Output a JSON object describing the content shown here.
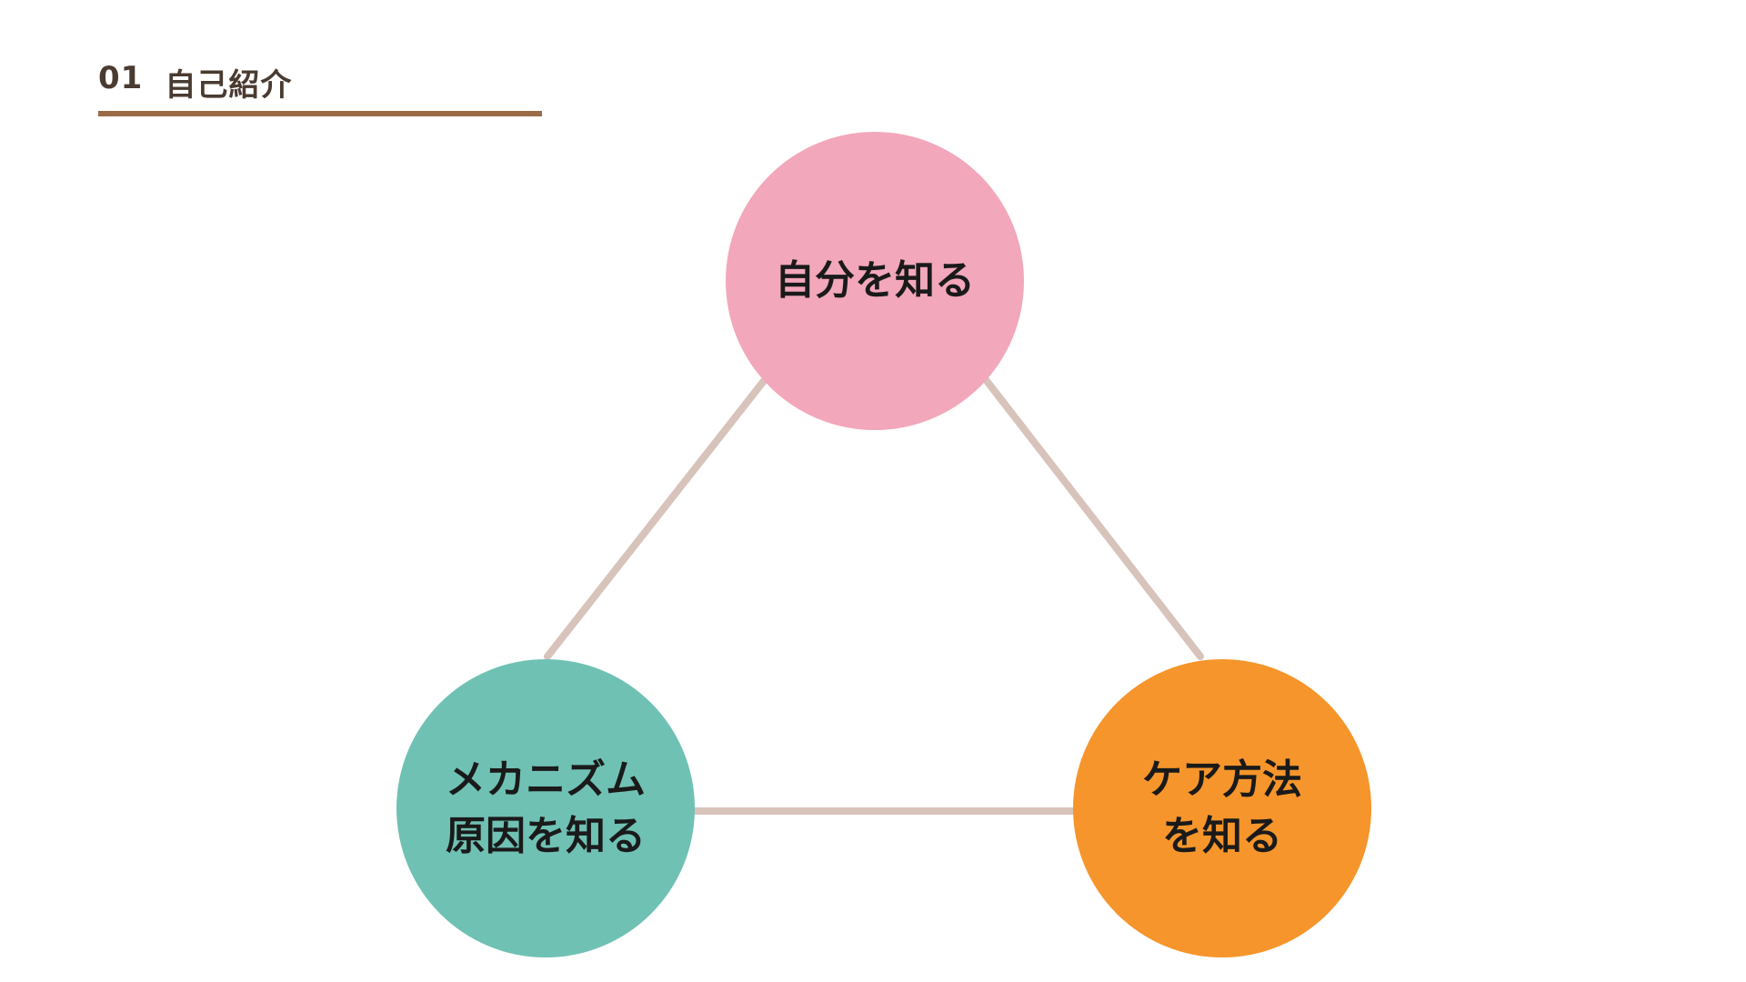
{
  "header": {
    "number": "01",
    "title": "自己紹介"
  },
  "diagram": {
    "nodes": [
      {
        "id": "self",
        "lines": [
          "自分を知る"
        ],
        "color": "#f2a7ba"
      },
      {
        "id": "mechanism",
        "lines": [
          "メカニズム",
          "原因を知る"
        ],
        "color": "#6fc1b3"
      },
      {
        "id": "care",
        "lines": [
          "ケア方法",
          "を知る"
        ],
        "color": "#f5952b"
      }
    ],
    "connector_color": "#d8c3bb"
  }
}
